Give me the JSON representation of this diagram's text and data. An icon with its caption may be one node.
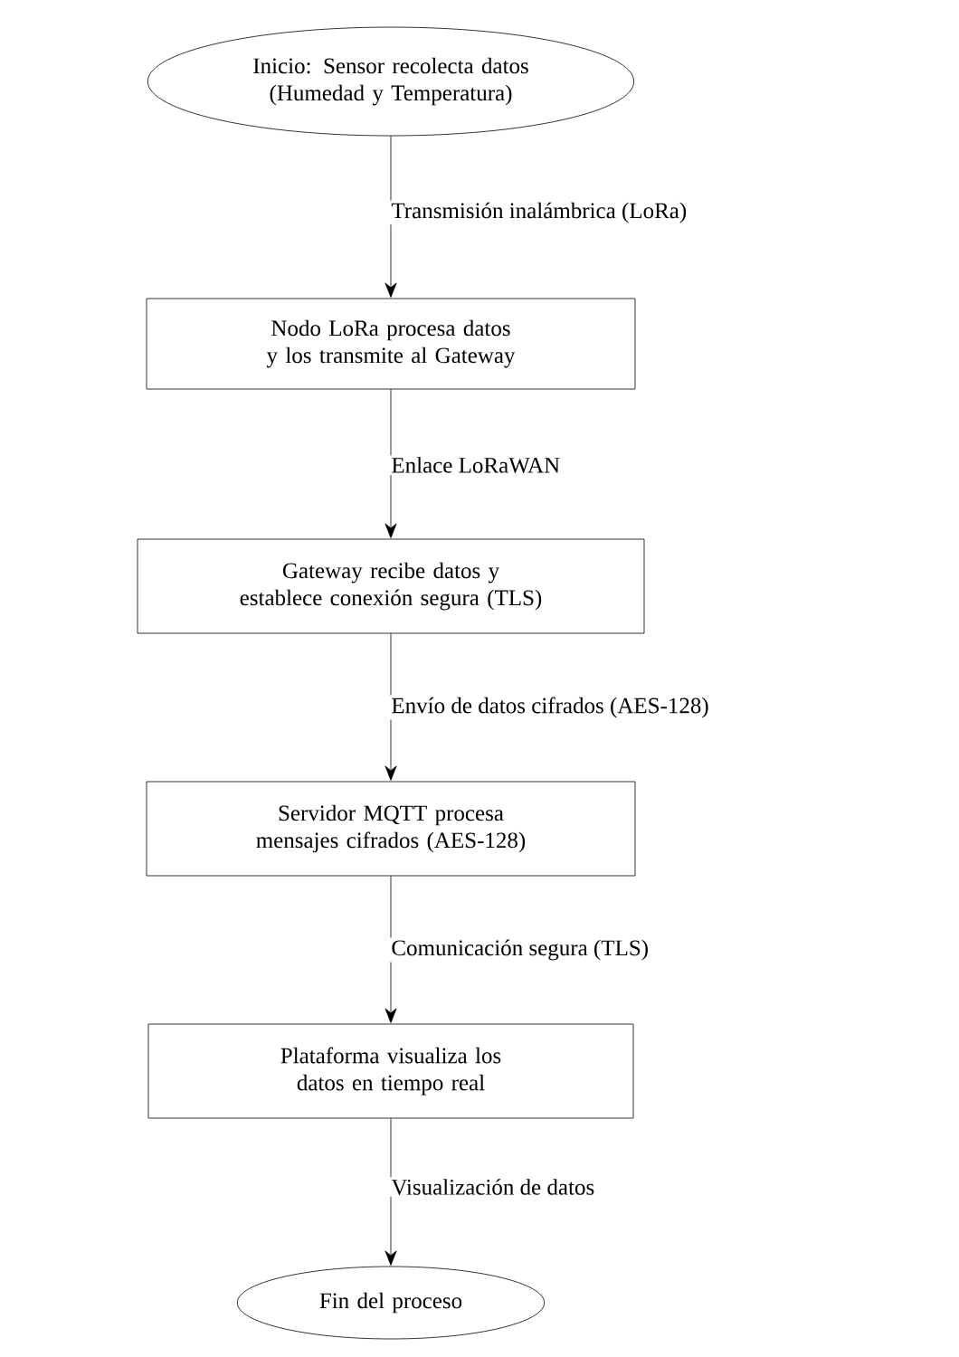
{
  "diagram": {
    "nodes": [
      {
        "text": [
          "Inicio: Sensor recolecta datos (Humedad y Temperatura)"
        ]
      },
      {
        "text": [
          "Nodo LoRa procesa datos y los transmite al Gateway"
        ]
      },
      {
        "text": [
          "Gateway recibe datos y establece conexión segura (TLS)"
        ]
      },
      {
        "text": [
          "Servidor MQTT procesa mensajes cifrados (AES-128)"
        ]
      },
      {
        "text": [
          "Plataforma visualiza los datos en tiempo real"
        ]
      },
      {
        "text": [
          "Fin del proceso"
        ]
      }
    ],
    "edges": [
      {
        "from": 0,
        "to": 1,
        "arrow": "to",
        "label": "Transmisión inalámbrica (LoRa)"
      },
      {
        "from": 1,
        "to": 2,
        "arrow": "to",
        "label": "Enlace LoRaWAN"
      },
      {
        "from": 2,
        "to": 3,
        "arrow": "to",
        "label": "Envío de datos cifrados (AES-128)"
      },
      {
        "from": 3,
        "to": 4,
        "arrow": "to",
        "label": "Comunicación segura (TLS)"
      },
      {
        "from": 4,
        "to": 5,
        "arrow": "to",
        "label": "Visualización de datos"
      }
    ]
  }
}
